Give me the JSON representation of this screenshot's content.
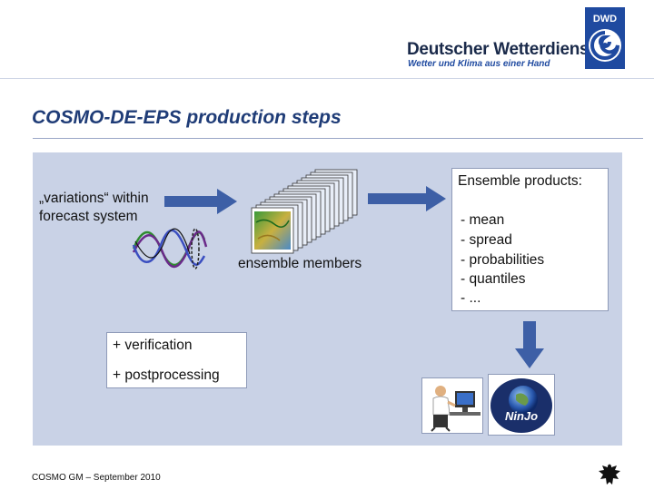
{
  "header": {
    "org_name": "Deutscher Wetterdienst",
    "org_tagline": "Wetter und Klima aus einer Hand",
    "logo_abbrev": "DWD"
  },
  "slide": {
    "title": "COSMO-DE-EPS production steps"
  },
  "diagram": {
    "variations_text": "„variations“ within\nforecast system",
    "members_label": "ensemble members",
    "products_title": "Ensemble products:",
    "products": [
      "- mean",
      "- spread",
      "- probabilities",
      "- quantiles",
      "- ..."
    ],
    "verification": "+ verification",
    "postprocessing": "+ postprocessing",
    "ninjo_logo_text": "NinJo"
  },
  "footer": {
    "text": "COSMO GM  –  September 2010"
  },
  "colors": {
    "title": "#1f3c77",
    "panel": "#c9d2e6",
    "arrow": "#3d5fa6",
    "tagline": "#1f4aa0"
  }
}
